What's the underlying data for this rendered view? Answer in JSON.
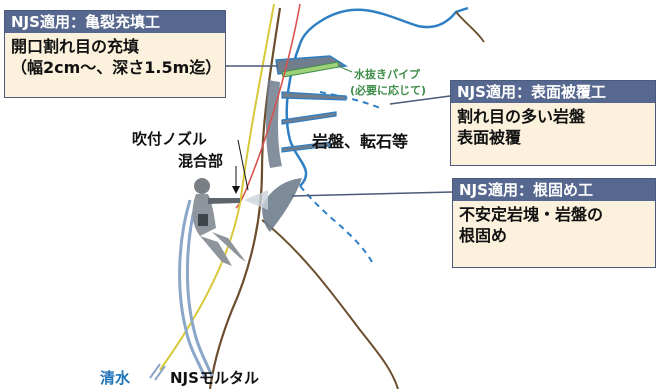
{
  "callouts": {
    "crack_filling": {
      "header": "NJS適用：亀裂充填工",
      "lines": [
        "開口割れ目の充填",
        "（幅2cm～、深さ1.5m迄）"
      ]
    },
    "surface_coating": {
      "header": "NJS適用：表面被覆工",
      "lines": [
        "割れ目の多い岩盤",
        "表面被覆"
      ]
    },
    "root_fixing": {
      "header": "NJS適用：根固め工",
      "lines": [
        "不安定岩塊・岩盤の",
        "根固め"
      ]
    }
  },
  "labels": {
    "nozzle": "吹付ノズル",
    "mixing": "混合部",
    "rock": "岩盤、転石等",
    "drain_pipe_1": "水抜きパイプ",
    "drain_pipe_2": "(必要に応じて)",
    "water": "清水",
    "mortar": "NJSモルタル"
  },
  "colors": {
    "header_bg": "#56688f",
    "callout_bg": "#fbf1dc",
    "rock_outline": "#2f7fc4",
    "coating_fill": "#6f7d8c",
    "drain_text": "#3f8e4a",
    "water_text": "#1f73b8",
    "hose_blue": "#8aa6c8",
    "hose_yellow": "#d7c93a",
    "hose_red": "#d9534f",
    "slope_line": "#6b4e2e"
  }
}
